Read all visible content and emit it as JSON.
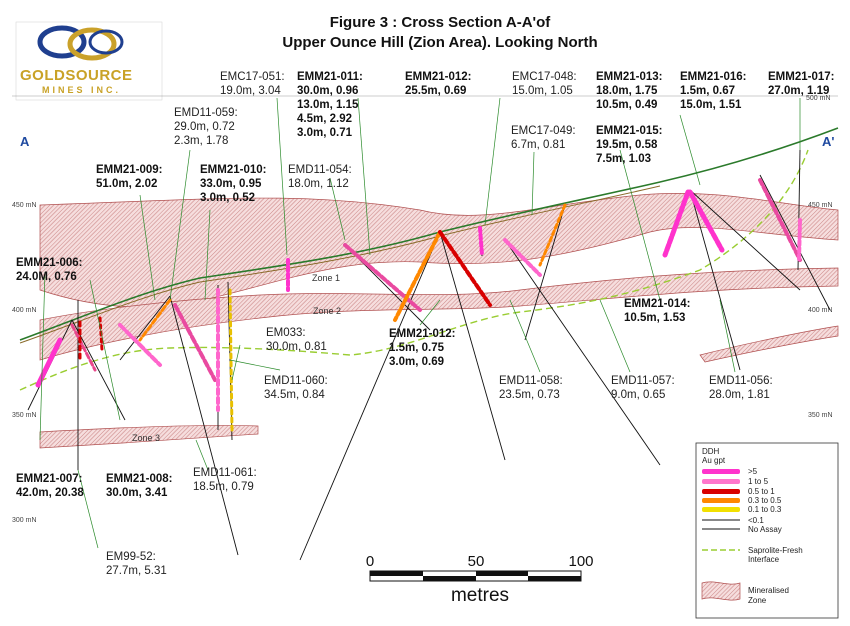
{
  "title": {
    "line1": "Figure 3 : Cross Section A-A'of",
    "line2": "Upper Ounce Hill (Zion Area). Looking North"
  },
  "logo": {
    "name": "GOLDSOURCE",
    "sub": "MINES INC."
  },
  "section": {
    "a": "A",
    "a_prime": "A'"
  },
  "elev": {
    "e500": "500 mN",
    "e450": "450 mN",
    "e400": "400 mN",
    "e350": "350 mN",
    "e300": "300 mN"
  },
  "zones": {
    "z1": "Zone 1",
    "z2": "Zone 2",
    "z3": "Zone 3"
  },
  "holes": {
    "emc17_051": {
      "name": "EMC17-051:",
      "l1": "19.0m, 3.04"
    },
    "emm21_011": {
      "name": "EMM21-011:",
      "l1": "30.0m, 0.96",
      "l2": "13.0m, 1.15",
      "l3": "4.5m, 2.92",
      "l4": "3.0m, 0.71"
    },
    "emm21_012": {
      "name": "EMM21-012:",
      "l1": "25.5m, 0.69"
    },
    "emc17_048": {
      "name": "EMC17-048:",
      "l1": "15.0m, 1.05"
    },
    "emm21_013": {
      "name": "EMM21-013:",
      "l1": "18.0m, 1.75",
      "l2": "10.5m, 0.49"
    },
    "emm21_016": {
      "name": "EMM21-016:",
      "l1": "1.5m, 0.67",
      "l2": "15.0m, 1.51"
    },
    "emm21_017": {
      "name": "EMM21-017:",
      "l1": "27.0m, 1.19"
    },
    "emd11_059": {
      "name": "EMD11-059:",
      "l1": "29.0m, 0.72",
      "l2": "2.3m, 1.78"
    },
    "emc17_049": {
      "name": "EMC17-049:",
      "l1": "6.7m, 0.81"
    },
    "emm21_015": {
      "name": "EMM21-015:",
      "l1": "19.5m, 0.58",
      "l2": "7.5m, 1.03"
    },
    "emd11_054": {
      "name": "EMD11-054:",
      "l1": "18.0m, 1.12"
    },
    "emm21_009": {
      "name": "EMM21-009:",
      "l1": "51.0m, 2.02"
    },
    "emm21_010": {
      "name": "EMM21-010:",
      "l1": "33.0m, 0.95",
      "l2": "3.0m, 0.52"
    },
    "emm21_006": {
      "name": "EMM21-006:",
      "l1": "24.0M, 0.76"
    },
    "em033": {
      "name": "EM033:",
      "l1": "30.0m, 0.81"
    },
    "emm21_012b": {
      "name": "EMM21-012:",
      "l1": "1.5m, 0.75",
      "l2": "3.0m, 0.69"
    },
    "emm21_014": {
      "name": "EMM21-014:",
      "l1": "10.5m, 1.53"
    },
    "emd11_060": {
      "name": "EMD11-060:",
      "l1": "34.5m, 0.84"
    },
    "emd11_058": {
      "name": "EMD11-058:",
      "l1": "23.5m, 0.73"
    },
    "emd11_057": {
      "name": "EMD11-057:",
      "l1": "9.0m, 0.65"
    },
    "emd11_056": {
      "name": "EMD11-056:",
      "l1": "28.0m, 1.81"
    },
    "emm21_007": {
      "name": "EMM21-007:",
      "l1": "42.0m, 20.38"
    },
    "emm21_008": {
      "name": "EMM21-008:",
      "l1": "30.0m, 3.41"
    },
    "emd11_061": {
      "name": "EMD11-061:",
      "l1": "18.5m, 0.79"
    },
    "em99_52": {
      "name": "EM99-52:",
      "l1": "27.7m, 5.31"
    }
  },
  "scale": {
    "t0": "0",
    "t50": "50",
    "t100": "100",
    "unit": "metres"
  },
  "legend": {
    "title": "DDH",
    "unit": "Au gpt",
    "items": [
      {
        "label": ">5",
        "kind": "bar",
        "color": "#ff33cc"
      },
      {
        "label": "1    to  5",
        "kind": "bar",
        "color": "#ff77cc"
      },
      {
        "label": "0.5  to  1",
        "kind": "bar",
        "color": "#d80000"
      },
      {
        "label": "0.3  to  0.5",
        "kind": "bar",
        "color": "#ff8800"
      },
      {
        "label": "0.1  to  0.3",
        "kind": "bar",
        "color": "#f2e000"
      },
      {
        "label": "<0.1",
        "kind": "line",
        "color": "#111111"
      },
      {
        "label": "No Assay",
        "kind": "line",
        "color": "#111111"
      },
      {
        "label": "Saprolite-Fresh",
        "kind": "dash",
        "color": "#9acd32"
      },
      {
        "label": "Interface",
        "kind": "none",
        "color": ""
      },
      {
        "label": "Mineralised",
        "kind": "hatch",
        "color": "#b05050"
      },
      {
        "label": "Zone",
        "kind": "none",
        "color": ""
      }
    ]
  }
}
